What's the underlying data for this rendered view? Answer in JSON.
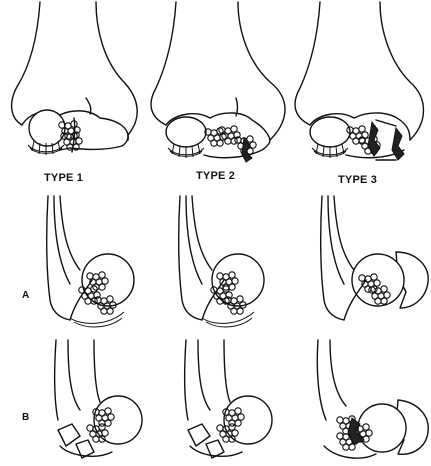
{
  "columns": [
    {
      "label": "TYPE 1"
    },
    {
      "label": "TYPE 2"
    },
    {
      "label": "TYPE 3"
    }
  ],
  "rows": [
    {
      "label": "A"
    },
    {
      "label": "B"
    }
  ]
}
